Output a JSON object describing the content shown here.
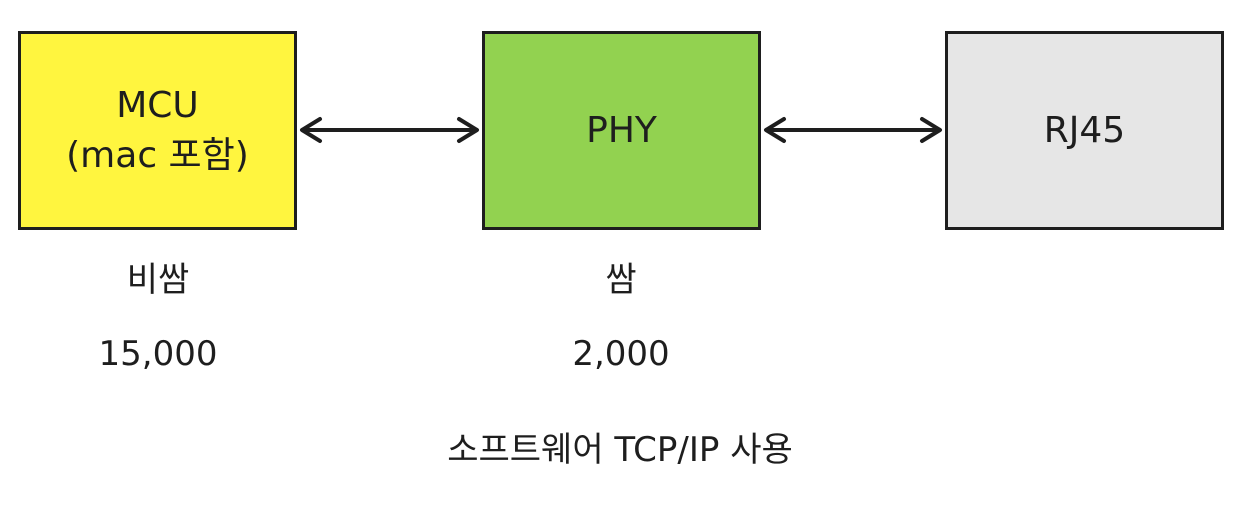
{
  "nodes": {
    "mcu": {
      "lines": [
        "MCU",
        "(mac 포함)"
      ],
      "fill": "#fff53f"
    },
    "phy": {
      "lines": [
        "PHY"
      ],
      "fill": "#92d250"
    },
    "rj45": {
      "lines": [
        "RJ45"
      ],
      "fill": "#e6e6e6"
    }
  },
  "labels": {
    "mcu_type": "비쌈",
    "mcu_price": "15,000",
    "phy_type": "쌈",
    "phy_price": "2,000",
    "footnote": "소프트웨어 TCP/IP 사용"
  },
  "colors": {
    "stroke": "#1e1e1e",
    "background": "#ffffff"
  },
  "edges": [
    {
      "from": "mcu",
      "to": "phy",
      "style": "bidirectional-arrow"
    },
    {
      "from": "phy",
      "to": "rj45",
      "style": "bidirectional-arrow"
    }
  ]
}
